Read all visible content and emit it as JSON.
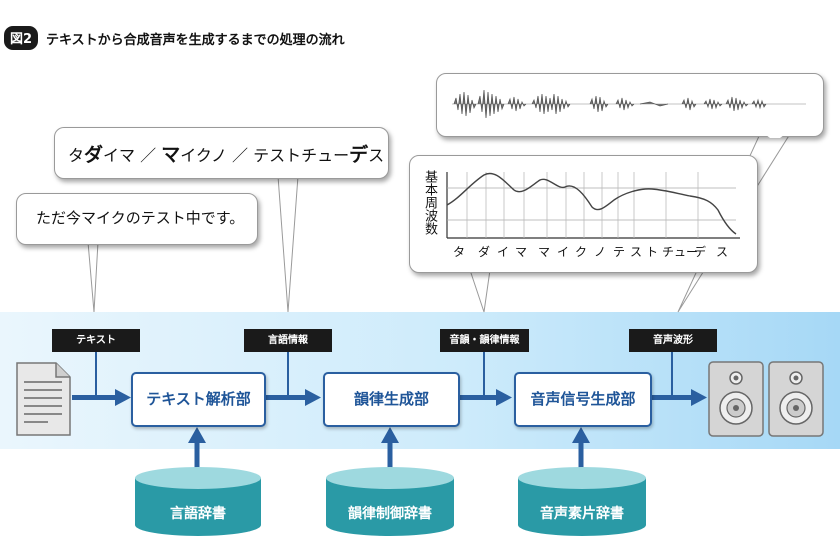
{
  "figure": {
    "badge": "図2",
    "title": "テキストから合成音声を生成するまでの処理の流れ"
  },
  "callouts": {
    "input_sentence": "ただ今マイクのテスト中です。",
    "accent_phrase": {
      "parts": [
        "タ",
        "ダ",
        "イマ ／ ",
        "マ",
        "イクノ ／ テストチュー",
        "デ",
        "ス"
      ],
      "bold_flags": [
        false,
        true,
        false,
        true,
        false,
        true,
        false
      ]
    },
    "pitch_graph": {
      "ylabel": "基本周波数",
      "phonemes": [
        "タ",
        "ダ",
        "イ",
        "マ",
        "マ",
        "イ",
        "ク",
        "ノ",
        "テ",
        "ス",
        "ト",
        "チュー",
        "デ",
        "ス"
      ]
    }
  },
  "tags": {
    "text": "テキスト",
    "linguistic_info": "言語情報",
    "prosody_info": "音韻・韻律情報",
    "waveform": "音声波形"
  },
  "processes": {
    "text_analysis": "テキスト解析部",
    "prosody_generation": "韻律生成部",
    "signal_generation": "音声信号生成部"
  },
  "dictionaries": {
    "language_dict": "言語辞書",
    "prosody_control_dict": "韻律制御辞書",
    "speech_unit_dict": "音声素片辞書"
  },
  "colors": {
    "accent_blue": "#2a5fa0",
    "db_teal": "#2a9aa6",
    "tag_black": "#1a1a1a"
  },
  "icons": [
    "document-icon",
    "speaker-icon"
  ]
}
